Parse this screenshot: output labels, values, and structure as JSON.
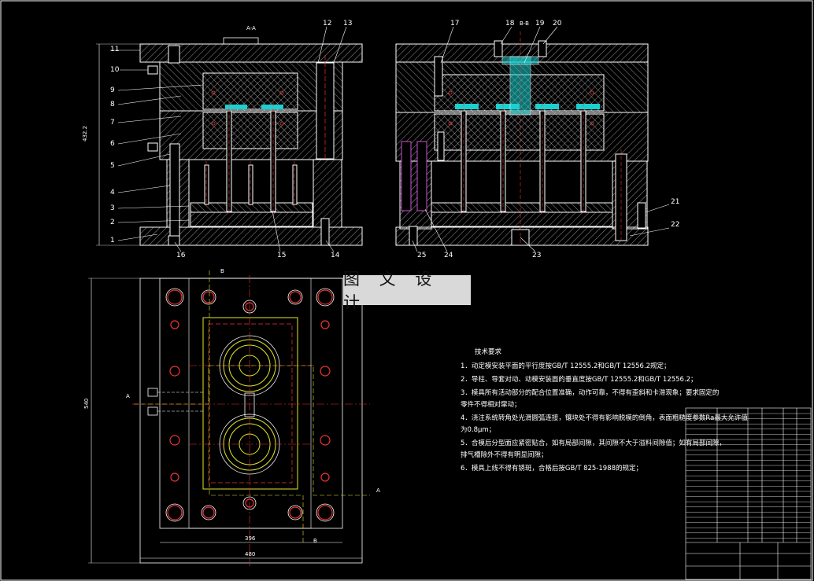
{
  "watermark": "图 文 设 计",
  "section_labels": {
    "left_view": "A-A",
    "right_view": "B-B",
    "cut_a": "A",
    "cut_b": "B"
  },
  "dimensions": {
    "height_left": "432.2",
    "height_plan": "540",
    "width_inner": "396",
    "width_outer": "480"
  },
  "left_part_numbers": [
    "1",
    "2",
    "3",
    "4",
    "5",
    "6",
    "7",
    "8",
    "9",
    "10",
    "11"
  ],
  "top_part_numbers_left": [
    "12",
    "13"
  ],
  "bottom_part_numbers_left": [
    "14",
    "15",
    "16"
  ],
  "top_part_numbers_right": [
    "17",
    "18",
    "19",
    "20"
  ],
  "right_part_numbers": [
    "21",
    "22"
  ],
  "bottom_part_numbers_right": [
    "23",
    "24",
    "25"
  ],
  "tech_requirements": {
    "title": "技术要求",
    "items": [
      "1．动定模安装平面的平行度按GB/T 12555.2和GB/T 12556.2规定；",
      "2．导柱、导套对动、动模安装面的垂直度按GB/T 12555.2和GB/T 12556.2；",
      "3．模具所有活动部分的配合位置准确，动作可靠，不得有歪斜和卡滞现象；要求固定的",
      "    零件不得相对窜动；",
      "4．浇注系统转角处光滑圆弧连接，镶块处不得有影响脱模的倒角，表面粗糙度参数Ra最大允许值",
      "    为0.8μm；",
      "5．合模后分型面应紧密贴合，如有局部间隙，其间隙不大于溢料间隙值；如有局部间隙，",
      "    排气槽除外不得有明显间隙；",
      "6．模具上线不得有锈斑，合格后按GB/T 825-1988的规定；"
    ]
  }
}
